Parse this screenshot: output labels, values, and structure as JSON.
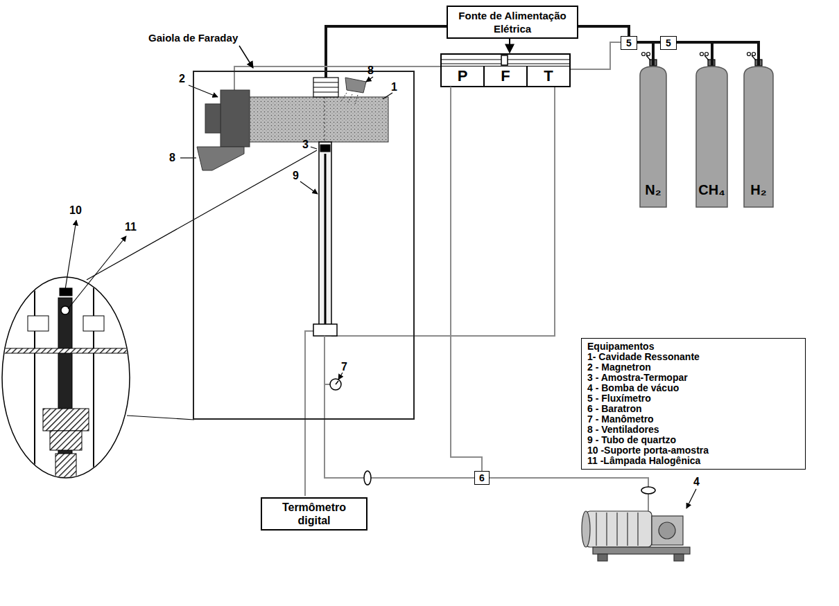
{
  "diagram": {
    "nodes": [
      {
        "text": [
          "Gaiola de Faraday"
        ]
      },
      {
        "text": [
          "Fonte de Alimentação Elétrica"
        ]
      },
      {
        "text": [
          "P"
        ]
      },
      {
        "text": [
          "F"
        ]
      },
      {
        "text": [
          "T"
        ]
      },
      {
        "text": [
          "5"
        ]
      },
      {
        "text": [
          "5"
        ]
      },
      {
        "text": [
          "N₂"
        ]
      },
      {
        "text": [
          "CH₄"
        ]
      },
      {
        "text": [
          "H₂"
        ]
      },
      {
        "text": [
          "6"
        ]
      },
      {
        "text": [
          "Termômetro digital"
        ]
      },
      {
        "text": [
          "Equipamentos",
          "1- Cavidade Ressonante",
          "2 - Magnetron",
          "3 - Amostra-Termopar",
          "4 - Bomba de vácuo",
          "5 - Fluxímetro",
          "6 - Baratron",
          "7 - Manômetro",
          "8 - Ventiladores",
          "9 - Tubo de quartzo",
          "10 -Suporte porta-amostra",
          "11 -Lâmpada Halogênica"
        ]
      }
    ],
    "edges": [
      {
        "from": 7,
        "to": 5,
        "arrow": "none"
      },
      {
        "from": 8,
        "to": 6,
        "arrow": "none"
      },
      {
        "from": 9,
        "to": 6,
        "arrow": "none"
      },
      {
        "from": 6,
        "to": 5,
        "arrow": "none"
      },
      {
        "from": 2,
        "to": 10,
        "arrow": "none"
      }
    ],
    "labels": [
      "1",
      "2",
      "3",
      "4",
      "7",
      "8",
      "8",
      "9",
      "10",
      "11"
    ]
  }
}
